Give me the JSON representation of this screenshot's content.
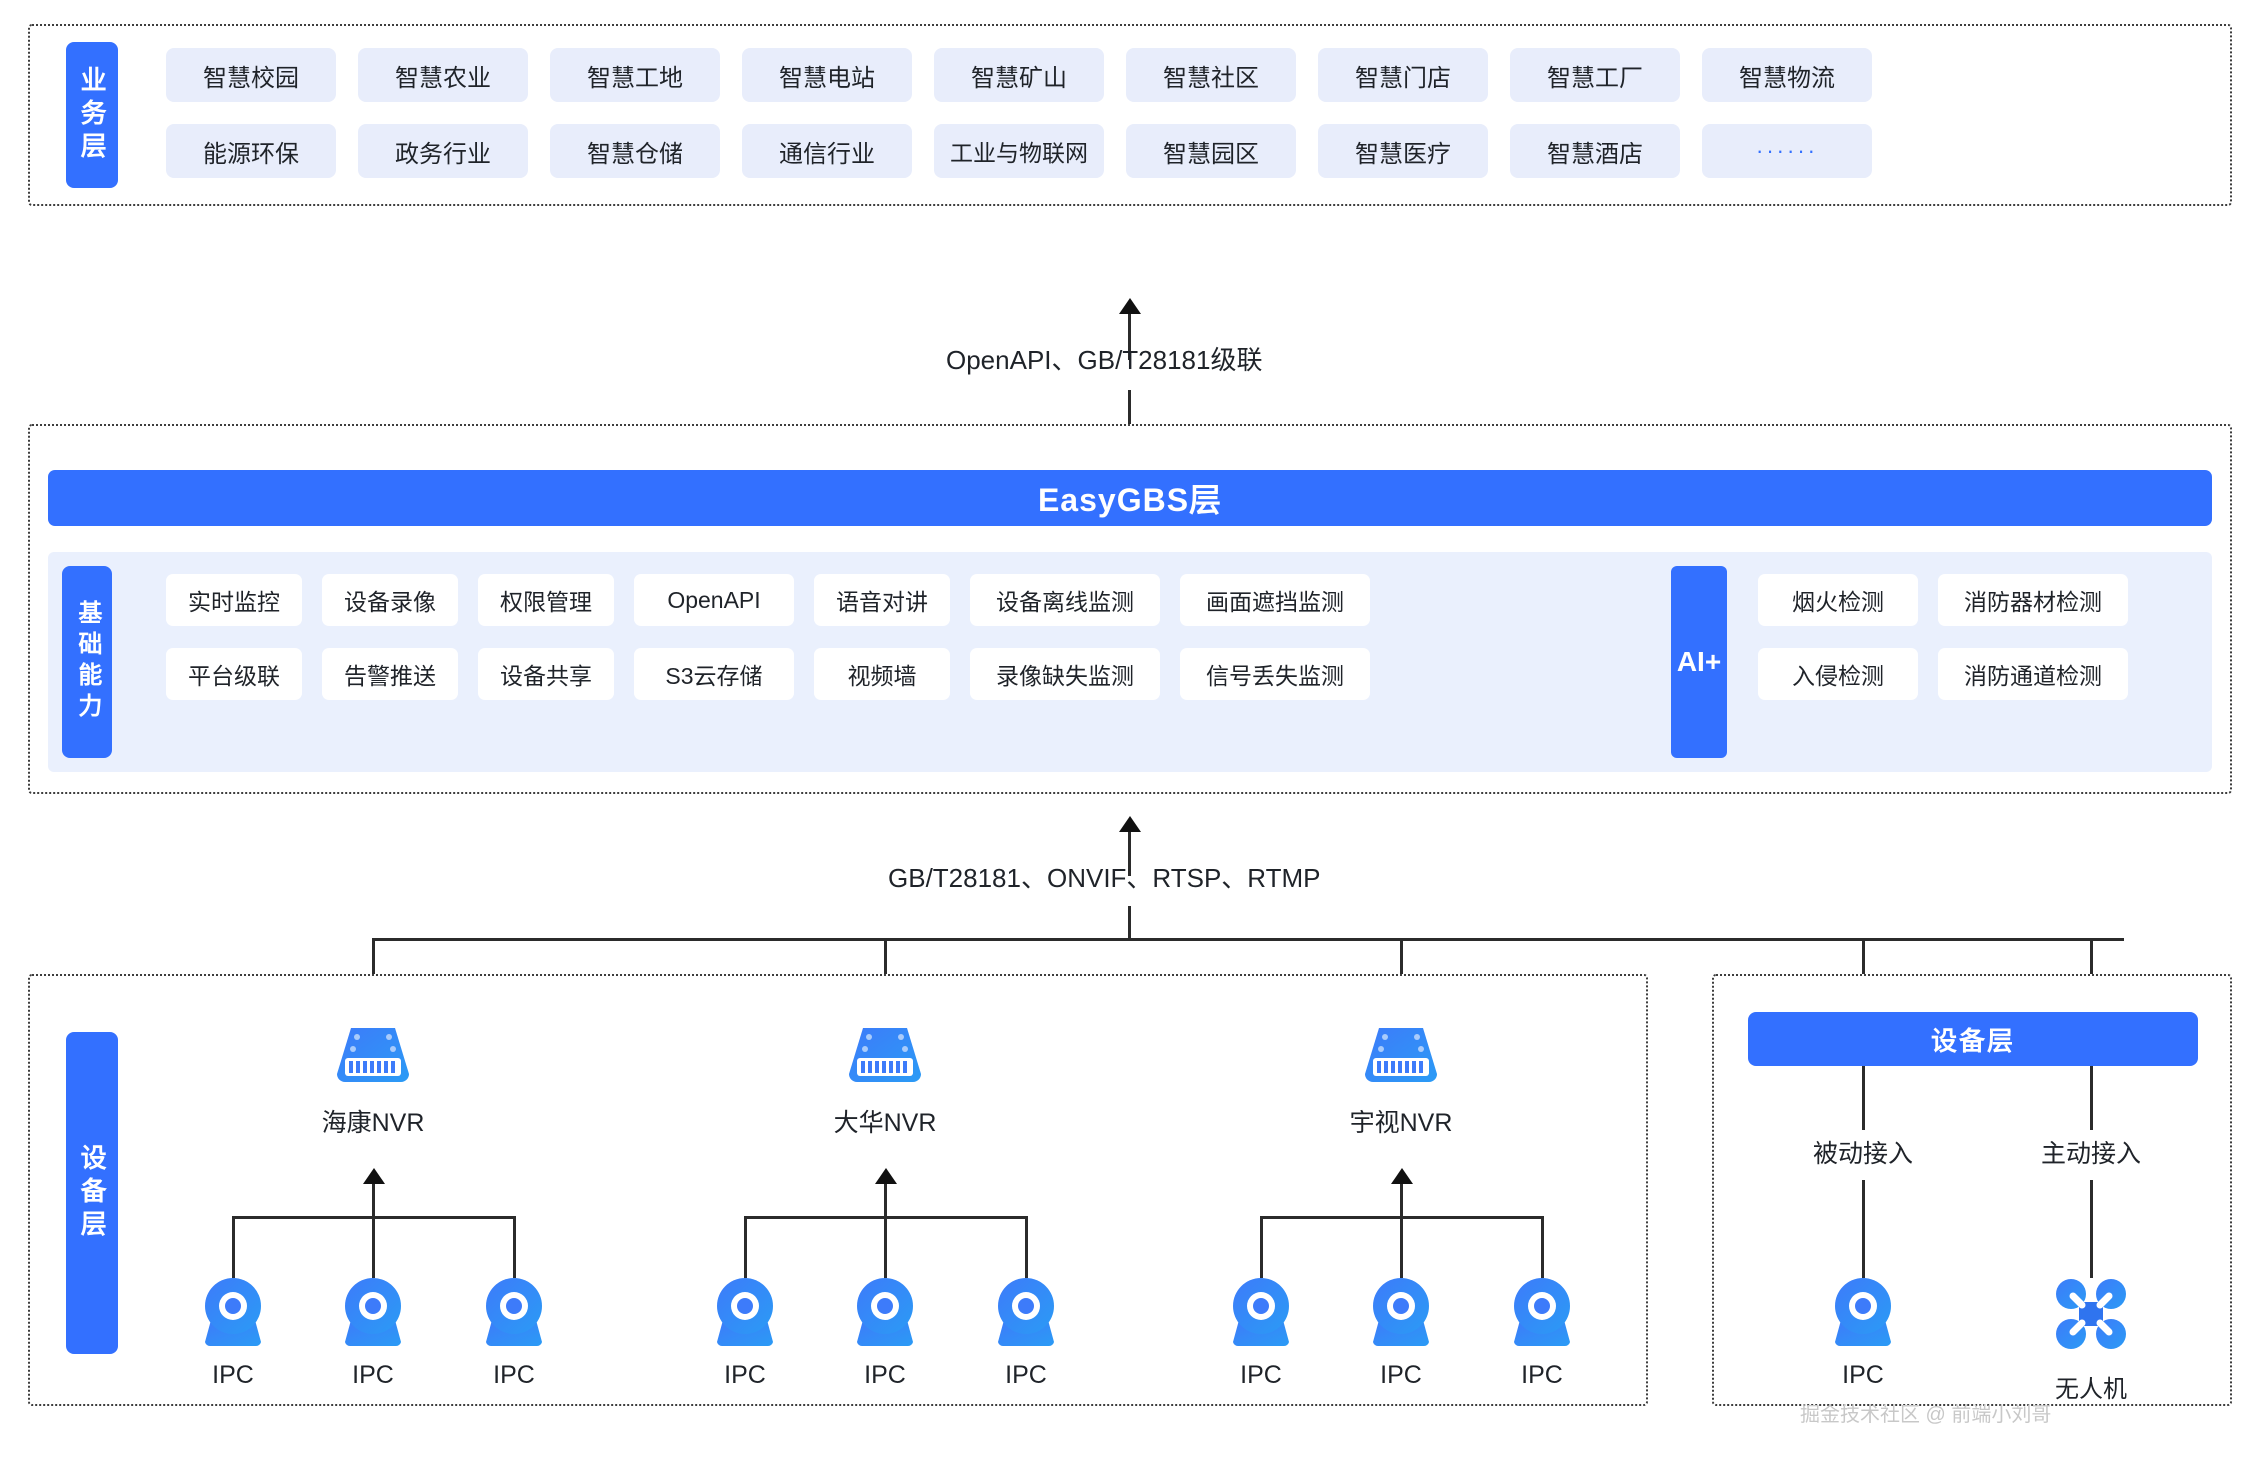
{
  "business_layer": {
    "side_label": "业务层",
    "rows": [
      [
        "智慧校园",
        "智慧农业",
        "智慧工地",
        "智慧电站",
        "智慧矿山",
        "智慧社区",
        "智慧门店",
        "智慧工厂",
        "智慧物流"
      ],
      [
        "能源环保",
        "政务行业",
        "智慧仓储",
        "通信行业",
        "工业与物联网",
        "智慧园区",
        "智慧医疗",
        "智慧酒店",
        "······"
      ]
    ]
  },
  "links": {
    "top": "OpenAPI、GB/T28181级联",
    "bottom": "GB/T28181、ONVIF、RTSP、RTMP"
  },
  "platform_layer": {
    "title": "EasyGBS层",
    "side_label": "基础能力",
    "capabilities": [
      [
        "实时监控",
        "设备录像",
        "权限管理",
        "OpenAPI",
        "语音对讲",
        "设备离线监测",
        "画面遮挡监测"
      ],
      [
        "平台级联",
        "告警推送",
        "设备共享",
        "S3云存储",
        "视频墙",
        "录像缺失监测",
        "信号丢失监测"
      ]
    ],
    "ai_label": "AI+",
    "ai_capabilities": [
      [
        "烟火检测",
        "消防器材检测"
      ],
      [
        "入侵检测",
        "消防通道检测"
      ]
    ]
  },
  "device_layer": {
    "side_label": "设备层",
    "nvr_groups": [
      {
        "nvr": "海康NVR",
        "children": [
          "IPC",
          "IPC",
          "IPC"
        ]
      },
      {
        "nvr": "大华NVR",
        "children": [
          "IPC",
          "IPC",
          "IPC"
        ]
      },
      {
        "nvr": "宇视NVR",
        "children": [
          "IPC",
          "IPC",
          "IPC"
        ]
      }
    ]
  },
  "device_panel": {
    "title": "设备层",
    "branches": [
      {
        "access": "被动接入",
        "device": "IPC",
        "icon": "camera-icon"
      },
      {
        "access": "主动接入",
        "device": "无人机",
        "icon": "drone-icon"
      }
    ]
  },
  "watermark": "掘金技术社区 @ 前端小刘哥",
  "colors": {
    "accent": "#3370ff",
    "chip_bg": "#e8edfb",
    "panel_bg": "#eaf0fd",
    "line": "#2b2b2b"
  }
}
